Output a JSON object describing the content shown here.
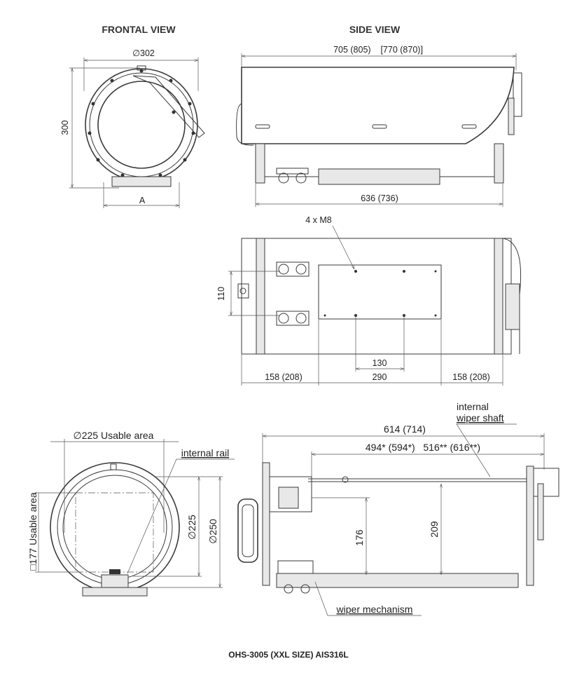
{
  "headings": {
    "frontal": "FRONTAL VIEW",
    "side": "SIDE VIEW"
  },
  "frontal": {
    "diameter": "∅302",
    "height": "300",
    "width": "A"
  },
  "side": {
    "overall_length": "705 (805)    [770 (870)]",
    "leg_span": "636 (736)"
  },
  "top": {
    "bolts": "4 x M8",
    "spacing_v": "110",
    "spacing_h": "130",
    "left": "158 (208)",
    "center": "290",
    "right": "158 (208)"
  },
  "section_front": {
    "usable_diameter": "∅225 Usable area",
    "internal_rail": "internal rail",
    "inner_diameter": "∅225",
    "outer_diameter": "∅250",
    "usable_square": "□177 Usable area"
  },
  "section_side": {
    "length": "614 (714)",
    "sub_lengths": "494* (594*)   516** (616**)",
    "shaft_label_1": "internal",
    "shaft_label_2": "wiper shaft",
    "h1": "176",
    "h2": "209",
    "wiper": "wiper mechanism"
  },
  "title": "OHS-3005 (XXL SIZE) AIS316L"
}
